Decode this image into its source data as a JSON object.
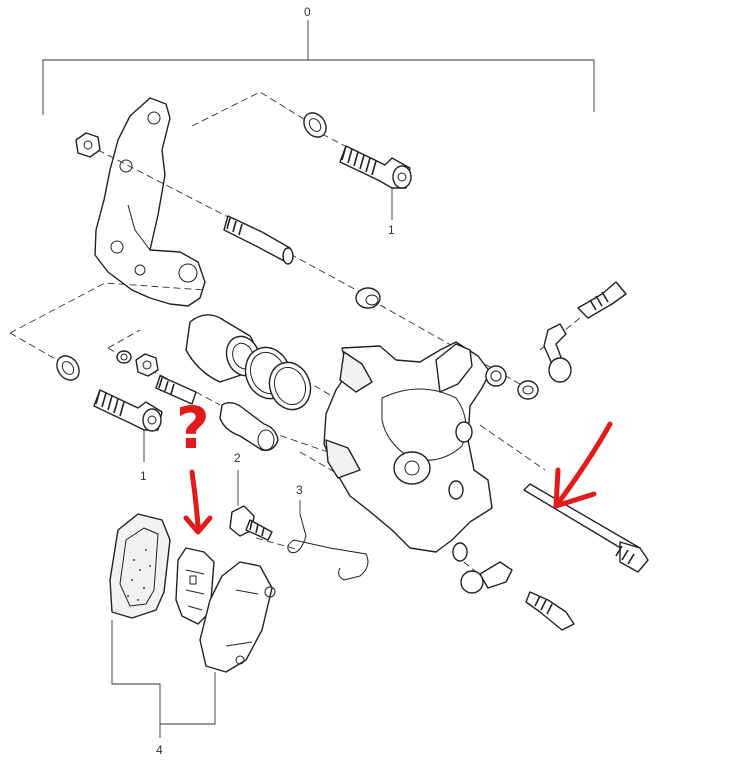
{
  "callouts": {
    "assembly": "0",
    "bolt_upper": "1",
    "bolt_lower": "1",
    "bleed_bolt": "2",
    "spring_clip": "3",
    "pads": "4"
  },
  "annotation": {
    "question_mark": "?",
    "color": "#e01b1b"
  }
}
